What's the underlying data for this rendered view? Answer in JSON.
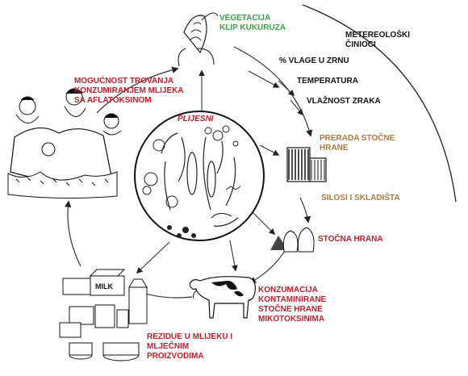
{
  "diagram": {
    "center": {
      "title": "PLIJESNI"
    },
    "labels": {
      "vegetation": [
        "VEGETACIJA",
        "KLIP KUKURUZA"
      ],
      "meteorological": [
        "METEREOLOŠKI",
        "ČINIOCI"
      ],
      "grain_moisture": "% VLAGE U ZRNU",
      "temperature": "TEMPERATURA",
      "air_humidity": "VLAŽNOST ZRAKA",
      "feed_processing": [
        "PRERADA STOČNE",
        "HRANE"
      ],
      "silos": "SILOSI I SKLADIŠTA",
      "feed": "STOČNA HRANA",
      "consumption": [
        "KONZUMACIJA",
        "KONTAMINIRANE",
        "STOČNE HRANE",
        "MIKOTOKSINIMA"
      ],
      "residues": [
        "REZIDUE U MLIJEKU I",
        "MLJEČNIM",
        "PROIZVODIMA"
      ],
      "poisoning": [
        "MOGUĆNOST TROVANJA",
        "KONZUMIRANJEM MLIJEKA",
        "SA AFLATOKSINOM"
      ],
      "milk_carton": "MILK"
    },
    "colors": {
      "green": "#3aa34a",
      "red": "#c0202c",
      "brown": "#b07a3c",
      "ink": "#111111"
    },
    "icons": [
      "corn-cob-icon",
      "storage-building-icon",
      "feed-sacks-icon",
      "cow-icon",
      "milk-products-icon",
      "family-meal-icon",
      "mold-spores-icon"
    ]
  }
}
